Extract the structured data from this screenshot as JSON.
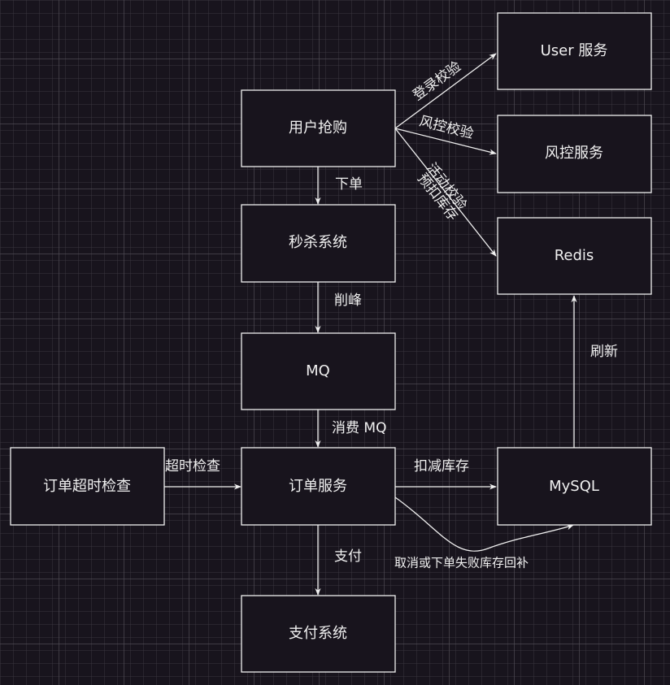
{
  "nodes": {
    "user_purchase": "用户抢购",
    "seckill_system": "秒杀系统",
    "mq": "MQ",
    "order_service": "订单服务",
    "payment_system": "支付系统",
    "order_timeout_check": "订单超时检查",
    "user_service": "User 服务",
    "risk_service": "风控服务",
    "redis": "Redis",
    "mysql": "MySQL"
  },
  "edges": {
    "place_order": "下单",
    "peak_shaving": "削峰",
    "consume_mq": "消费 MQ",
    "pay": "支付",
    "timeout_check": "超时检查",
    "deduct_stock": "扣减库存",
    "refresh": "刷新",
    "login_check": "登录校验",
    "risk_check": "风控校验",
    "activity_check": "活动校验",
    "pre_deduct_stock": "预扣库存",
    "rollback_stock": "取消或下单失败库存回补"
  },
  "colors": {
    "background": "#18141d",
    "grid_minor": "#3a3640",
    "grid_major": "#56525b",
    "stroke": "#f0f0f0",
    "text": "#f0f0f0"
  }
}
